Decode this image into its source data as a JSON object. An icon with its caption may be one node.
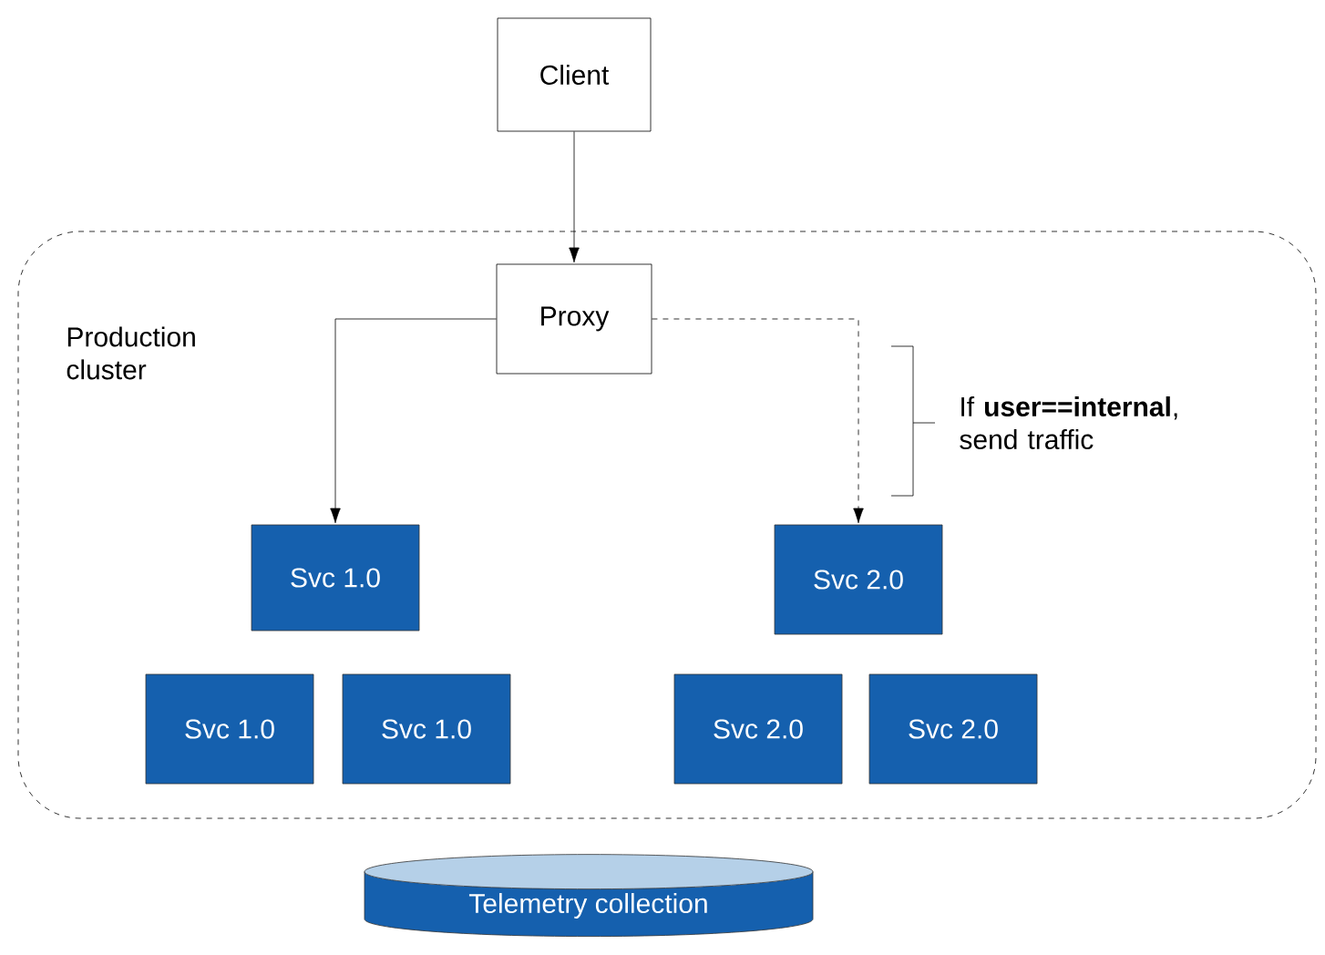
{
  "diagram": {
    "nodes": [
      {
        "text": [
          "Client"
        ]
      },
      {
        "text": [
          "Production cluster"
        ]
      },
      {
        "text": [
          "Proxy"
        ],
        "in": 1
      },
      {
        "text": [
          "Svc 1.0"
        ],
        "in": 1
      },
      {
        "text": [
          "Svc 2.0"
        ],
        "in": 1
      },
      {
        "text": [
          "Svc 1.0"
        ],
        "in": 1
      },
      {
        "text": [
          "Svc 1.0"
        ],
        "in": 1
      },
      {
        "text": [
          "Svc 2.0"
        ],
        "in": 1
      },
      {
        "text": [
          "Svc 2.0"
        ],
        "in": 1
      },
      {
        "text": [
          "Telemetry collection"
        ]
      }
    ],
    "edges": [
      {
        "from": 0,
        "to": 2,
        "arrow": "to"
      },
      {
        "from": 2,
        "to": 3,
        "arrow": "to"
      },
      {
        "from": 2,
        "to": 4,
        "arrow": "to",
        "style": "dashed"
      }
    ],
    "labels": [
      "If **user==internal**, send traffic"
    ]
  }
}
